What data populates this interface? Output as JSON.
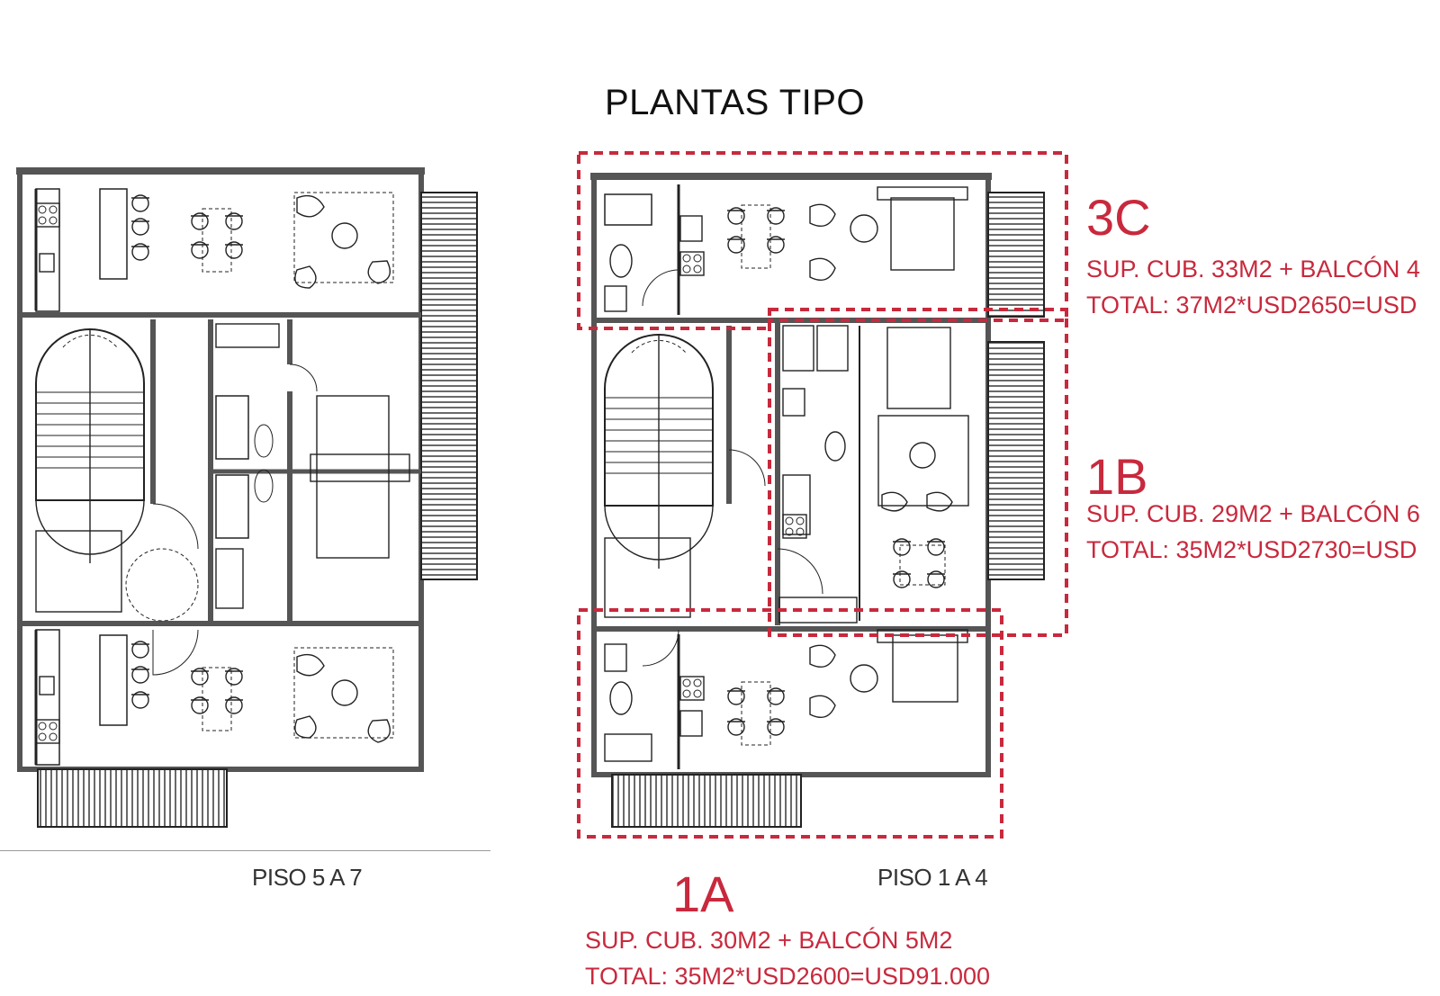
{
  "title": "PLANTAS TIPO",
  "plans": [
    {
      "label": "PISO 5 A 7"
    },
    {
      "label": "PISO 1 A 4"
    }
  ],
  "units": [
    {
      "code": "3C",
      "line1": "SUP. CUB. 33M2 + BALCÓN 4",
      "line2": "TOTAL: 37M2*USD2650=USD"
    },
    {
      "code": "1B",
      "line1": "SUP. CUB. 29M2 + BALCÓN 6",
      "line2": "TOTAL: 35M2*USD2730=USD"
    },
    {
      "code": "1A",
      "line1": "SUP. CUB. 30M2 + BALCÓN 5M2",
      "line2": "TOTAL: 35M2*USD2600=USD91.000"
    }
  ],
  "colors": {
    "accent": "#c8293d",
    "wall": "#555555",
    "line": "#222222"
  }
}
